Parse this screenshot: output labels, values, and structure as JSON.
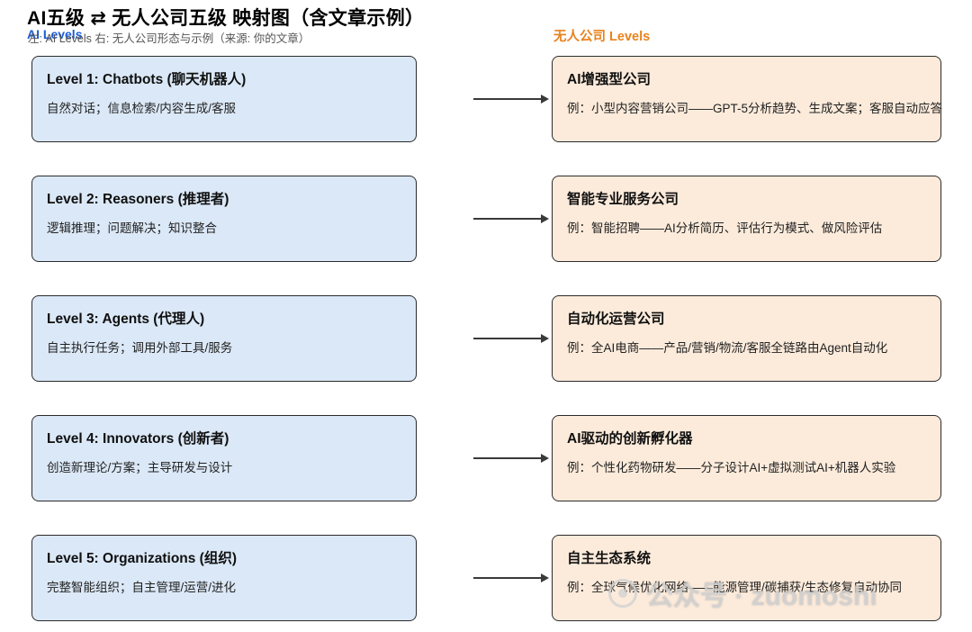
{
  "header": {
    "title": "AI五级 ⇄ 无人公司五级 映射图（含文章示例）",
    "subtitle_blue": "AI Levels",
    "subtitle_gray": "左: AI Levels 右: 无人公司形态与示例（来源: 你的文章）",
    "right_header": "无人公司 Levels"
  },
  "rows": [
    {
      "left": {
        "title": "Level 1: Chatbots (聊天机器人)",
        "desc": "自然对话；信息检索/内容生成/客服"
      },
      "right": {
        "title": "AI增强型公司",
        "desc": "例：小型内容营销公司——GPT-5分析趋势、生成文案；客服自动应答"
      }
    },
    {
      "left": {
        "title": "Level 2: Reasoners (推理者)",
        "desc": "逻辑推理；问题解决；知识整合"
      },
      "right": {
        "title": "智能专业服务公司",
        "desc": "例：智能招聘——AI分析简历、评估行为模式、做风险评估"
      }
    },
    {
      "left": {
        "title": "Level 3: Agents (代理人)",
        "desc": "自主执行任务；调用外部工具/服务"
      },
      "right": {
        "title": "自动化运营公司",
        "desc": "例：全AI电商——产品/营销/物流/客服全链路由Agent自动化"
      }
    },
    {
      "left": {
        "title": "Level 4: Innovators (创新者)",
        "desc": "创造新理论/方案；主导研发与设计"
      },
      "right": {
        "title": "AI驱动的创新孵化器",
        "desc": "例：个性化药物研发——分子设计AI+虚拟测试AI+机器人实验"
      }
    },
    {
      "left": {
        "title": "Level 5: Organizations (组织)",
        "desc": "完整智能组织；自主管理/运营/进化"
      },
      "right": {
        "title": "自主生态系统",
        "desc": "例：全球气候优化网络——能源管理/碳捕获/生态修复自动协同"
      }
    }
  ],
  "watermark": "公众号 · zuomoshi",
  "colors": {
    "title_color": "#000000",
    "blue_accent": "#1b5cd7",
    "orange_accent": "#e8821c",
    "left_box_bg": "#dbe8f7",
    "right_box_bg": "#fcebdb",
    "box_border": "#2b2b2b",
    "arrow_color": "#3a3a3a",
    "desc_color": "#222222",
    "subtitle_gray": "#555555"
  }
}
